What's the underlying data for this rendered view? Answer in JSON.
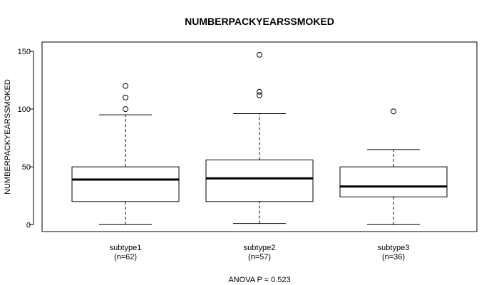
{
  "chart_data": {
    "type": "boxplot",
    "title": "NUMBERPACKYEARSSMOKED",
    "ylabel": "NUMBERPACKYEARSSMOKED",
    "xlabel": "ANOVA P = 0.523",
    "ylim": [
      -6,
      158
    ],
    "yticks": [
      0,
      50,
      100,
      150
    ],
    "grid": false,
    "categories": [
      {
        "name": "subtype1",
        "n_label": "(n=62)"
      },
      {
        "name": "subtype2",
        "n_label": "(n=57)"
      },
      {
        "name": "subtype3",
        "n_label": "(n=36)"
      }
    ],
    "boxes": [
      {
        "whisker_low": 0,
        "q1": 20,
        "median": 39,
        "q3": 50,
        "whisker_high": 95,
        "outliers": [
          100,
          110,
          120
        ]
      },
      {
        "whisker_low": 1,
        "q1": 20,
        "median": 40,
        "q3": 56,
        "whisker_high": 96,
        "outliers": [
          112,
          115,
          147
        ]
      },
      {
        "whisker_low": 0,
        "q1": 24,
        "median": 33,
        "q3": 50,
        "whisker_high": 65,
        "outliers": [
          98
        ]
      }
    ]
  }
}
